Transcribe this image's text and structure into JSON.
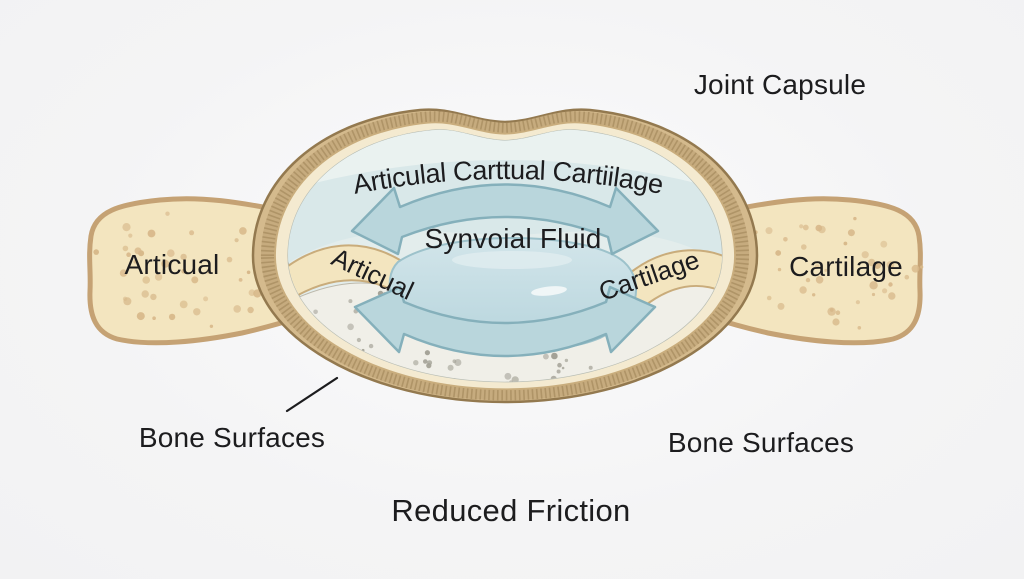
{
  "labels": {
    "joint_capsule": "Joint Capsule",
    "articular_cartilage_arc": "Articulal Carttual Cartiilage",
    "synovial_fluid": "Synvoial Fluid",
    "left_bone": "Articual",
    "inner_left_band": "Articual",
    "inner_right_band": "Cartilage",
    "right_bone": "Cartilage",
    "bone_surfaces_left": "Bone Surfaces",
    "bone_surfaces_right": "Bone Surfaces",
    "reduced_friction": "Reduced Friction"
  },
  "palette": {
    "background": "#f2f2f3",
    "text": "#1c1c1e",
    "capsule_tan": "#d4ba8d",
    "capsule_fiber": "#a98e62",
    "membrane_cream": "#f4ead0",
    "cavity_blue": "#e3edec",
    "cartilage_blue": "#d9e8e9",
    "fluid_blue": "#c4dde4",
    "arrow_fill": "#b9d6dc",
    "arrow_stroke": "#85b0bb",
    "bone_cream": "#f3e5bf",
    "bone_outline": "#c5a274",
    "bone_dot": "#d8b98b",
    "grey_bone": "#f0efe8",
    "grey_dot": "#a4a297"
  }
}
